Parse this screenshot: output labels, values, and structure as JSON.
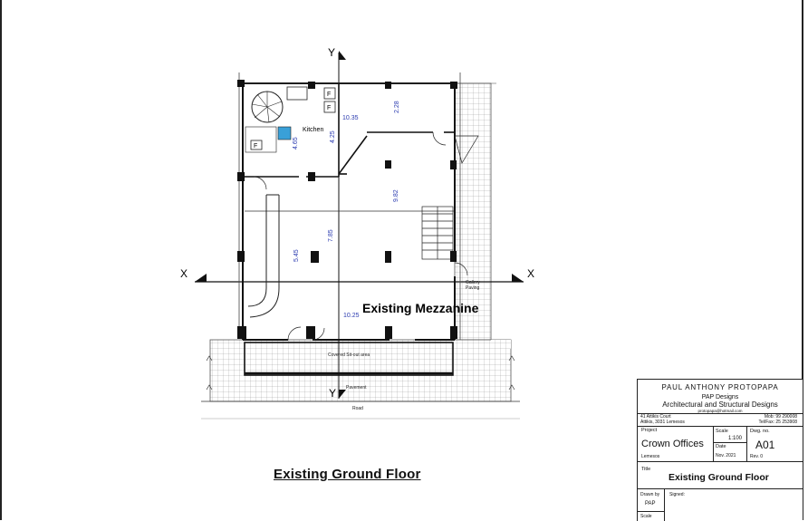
{
  "plan": {
    "axis_y_top": "Y",
    "axis_y_bottom": "Y",
    "axis_x_left": "X",
    "axis_x_right": "X",
    "mezzanine_label": "Existing Mezzanine",
    "kitchen_label": "Kitchen",
    "gallery_label_1": "Gallery",
    "gallery_label_2": "Paving",
    "covered_area_label": "Covered Sit-out area",
    "pavement_label": "Pavement",
    "road_label": "Road",
    "door_tag_1": "F",
    "door_tag_2": "F",
    "door_tag_3": "F",
    "dims": [
      "10.35",
      "2.28",
      "4.25",
      "4.65",
      "9.82",
      "7.85",
      "5.45",
      "10.25"
    ]
  },
  "caption": "Existing Ground Floor",
  "title_block": {
    "name": "PAUL ANTHONY PROTOPAPA",
    "firm": "PAP Designs",
    "subtitle": "Architectural and Structural Designs",
    "email": "protopapa@hotmail.com",
    "address_1": "41 Attikis Court",
    "address_2": "Attikis, 3031 Lemesos",
    "mob": "Mob: 99 290008",
    "tel": "Tel/Fax: 25 253908",
    "project_label": "Project",
    "project": "Crown Offices",
    "location": "Lemesos",
    "scale_label": "Scale",
    "scale": "1:100",
    "date_label": "Date",
    "date": "Nov. 2021",
    "dwg_label": "Dwg. no.",
    "dwg": "A01",
    "rev": "Rev. 0",
    "title_label": "Title",
    "title": "Existing Ground Floor",
    "drawn_label": "Drawn by",
    "drawn": "PAP",
    "signed_label": "Signed:",
    "scale2_label": "Scale"
  }
}
